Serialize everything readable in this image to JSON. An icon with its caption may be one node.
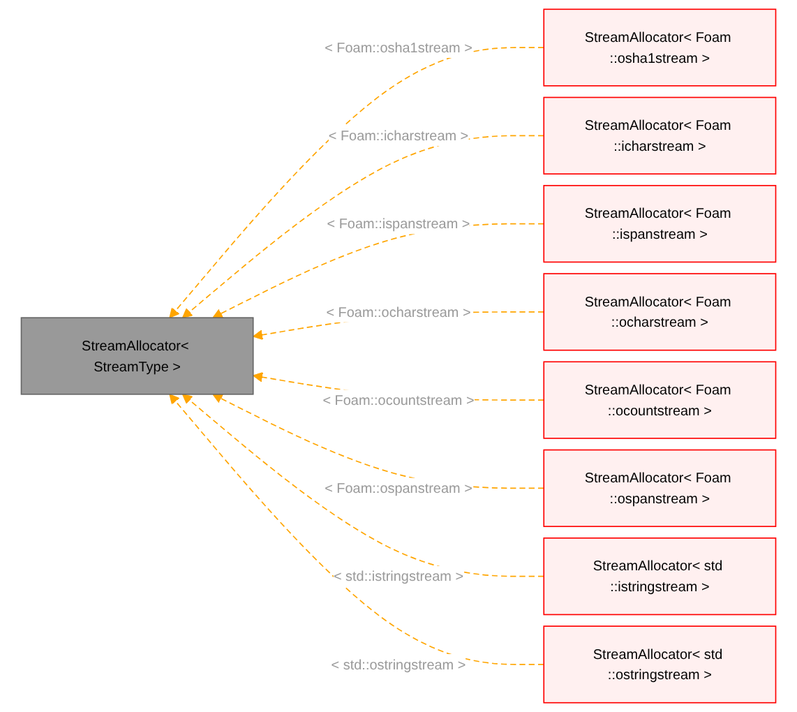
{
  "diagram": {
    "nodes": [
      {
        "text": [
          "StreamAllocator< StreamType >"
        ]
      },
      {
        "text": [
          "StreamAllocator< Foam ::osha1stream >"
        ]
      },
      {
        "text": [
          "StreamAllocator< Foam ::icharstream >"
        ]
      },
      {
        "text": [
          "StreamAllocator< Foam ::ispanstream >"
        ]
      },
      {
        "text": [
          "StreamAllocator< Foam ::ocharstream >"
        ]
      },
      {
        "text": [
          "StreamAllocator< Foam ::ocountstream >"
        ]
      },
      {
        "text": [
          "StreamAllocator< Foam ::ospanstream >"
        ]
      },
      {
        "text": [
          "StreamAllocator< std ::istringstream >"
        ]
      },
      {
        "text": [
          "StreamAllocator< std ::ostringstream >"
        ]
      }
    ],
    "edges": [
      {
        "from": 1,
        "to": 0,
        "arrow": "to",
        "label": "< Foam::osha1stream >",
        "style": "dashed"
      },
      {
        "from": 2,
        "to": 0,
        "arrow": "to",
        "label": "< Foam::icharstream >",
        "style": "dashed"
      },
      {
        "from": 3,
        "to": 0,
        "arrow": "to",
        "label": "< Foam::ispanstream >",
        "style": "dashed"
      },
      {
        "from": 4,
        "to": 0,
        "arrow": "to",
        "label": "< Foam::ocharstream >",
        "style": "dashed"
      },
      {
        "from": 5,
        "to": 0,
        "arrow": "to",
        "label": "< Foam::ocountstream >",
        "style": "dashed"
      },
      {
        "from": 6,
        "to": 0,
        "arrow": "to",
        "label": "< Foam::ospanstream >",
        "style": "dashed"
      },
      {
        "from": 7,
        "to": 0,
        "arrow": "to",
        "label": "< std::istringstream >",
        "style": "dashed"
      },
      {
        "from": 8,
        "to": 0,
        "arrow": "to",
        "label": "< std::ostringstream >",
        "style": "dashed"
      }
    ]
  }
}
